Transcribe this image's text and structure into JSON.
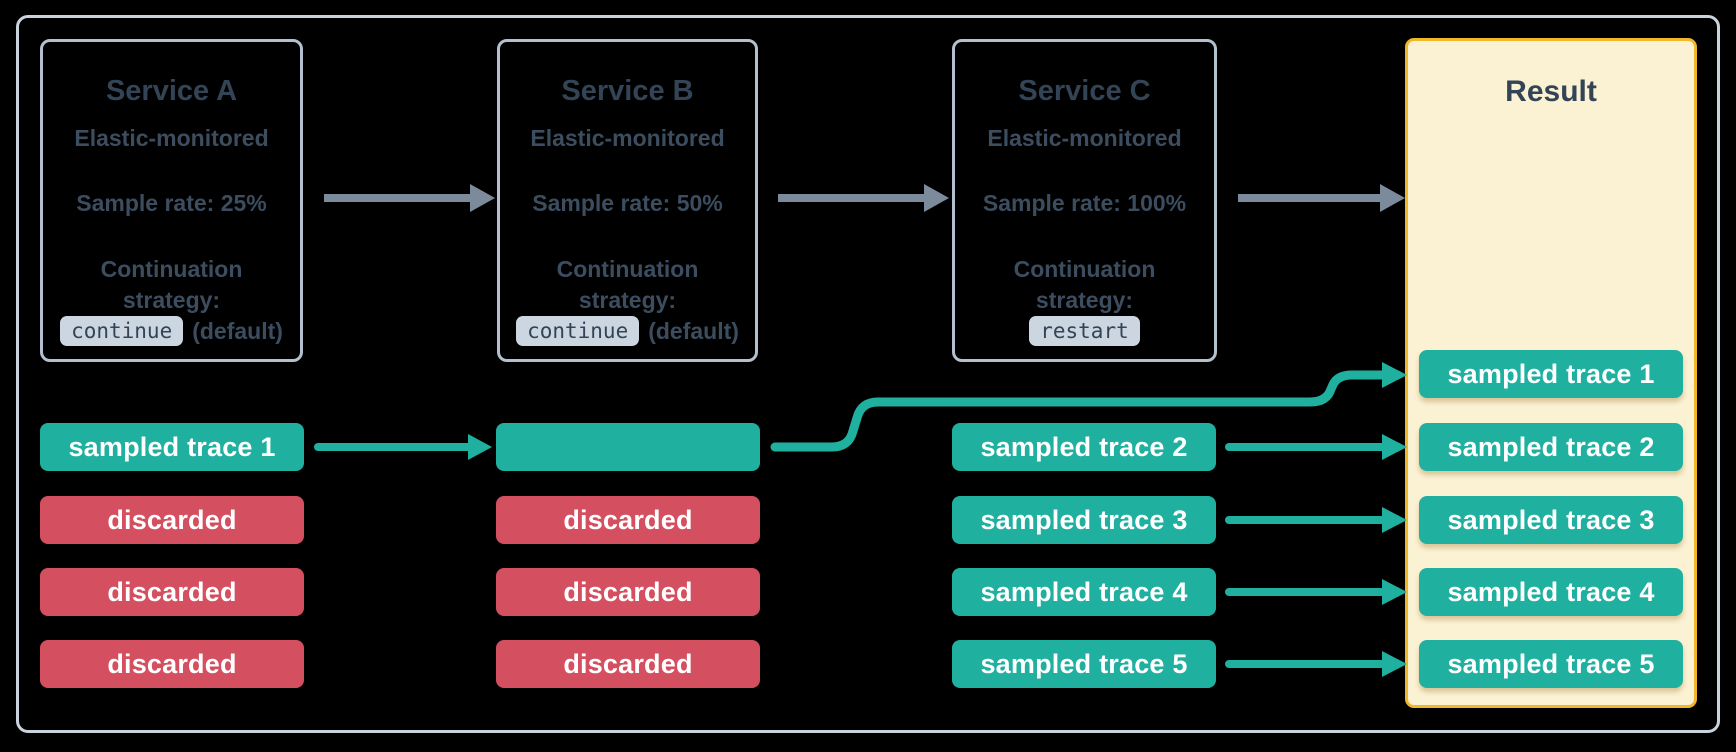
{
  "diagram": {
    "description_visible_text_only": true,
    "services": [
      {
        "title": "Service A",
        "monitoring": "Elastic-monitored",
        "sample_rate": "Sample rate: 25%",
        "strategy_line1": "Continuation",
        "strategy_line2": "strategy:",
        "strategy_chip": "continue",
        "strategy_suffix": "(default)"
      },
      {
        "title": "Service B",
        "monitoring": "Elastic-monitored",
        "sample_rate": "Sample rate: 50%",
        "strategy_line1": "Continuation",
        "strategy_line2": "strategy:",
        "strategy_chip": "continue",
        "strategy_suffix": "(default)"
      },
      {
        "title": "Service C",
        "monitoring": "Elastic-monitored",
        "sample_rate": "Sample rate: 100%",
        "strategy_line1": "Continuation",
        "strategy_line2": "strategy:",
        "strategy_chip": "restart",
        "strategy_suffix": ""
      }
    ],
    "result": {
      "title": "Result",
      "pills": [
        "sampled trace 1",
        "sampled trace 2",
        "sampled trace 3",
        "sampled trace 4",
        "sampled trace 5"
      ]
    },
    "columns": {
      "a": [
        "sampled trace 1",
        "discarded",
        "discarded",
        "discarded"
      ],
      "b": [
        "",
        "discarded",
        "discarded",
        "discarded"
      ],
      "c": [
        "sampled trace 2",
        "sampled trace 3",
        "sampled trace 4",
        "sampled trace 5"
      ]
    }
  },
  "colors": {
    "teal": "#1fb0a0",
    "red": "#d44f60",
    "slate_title": "#324456",
    "slate_text": "#3c4d60",
    "box_border": "#b3c0cf",
    "frame_border": "#c9d3dd",
    "chip_bg": "#ccd6e1",
    "chip_text": "#324456",
    "result_bg": "#fbf1d3",
    "result_border": "#f1b72b",
    "arrow_gray": "#7b8b9b",
    "pill_text": "#ffffff",
    "canvas_bg": "#000000"
  }
}
